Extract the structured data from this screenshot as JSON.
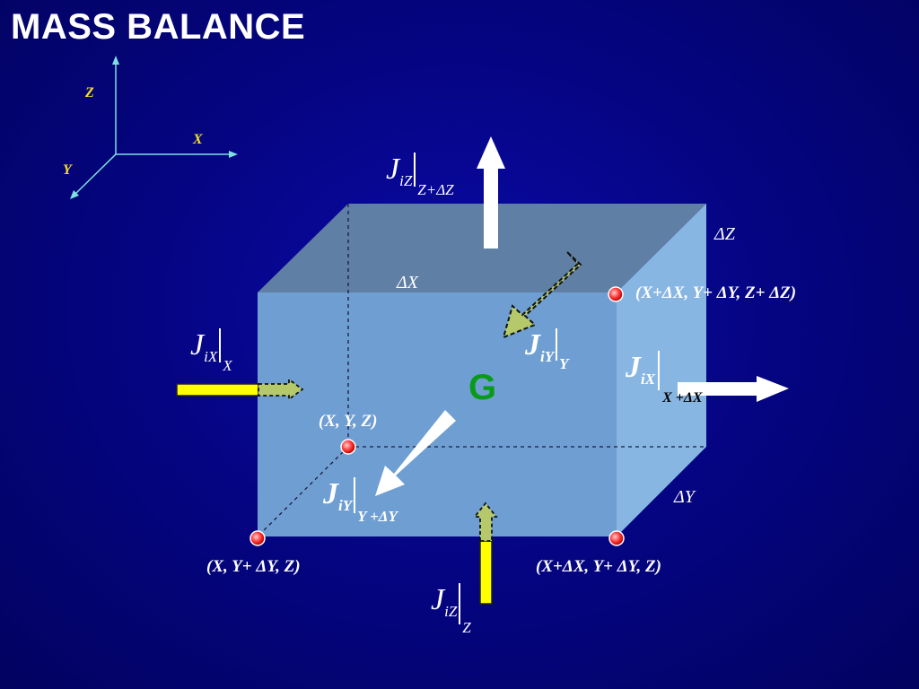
{
  "title": "MASS BALANCE",
  "axes": {
    "z": "Z",
    "x": "X",
    "y": "Y"
  },
  "dimensions": {
    "dx": "ΔX",
    "dy": "ΔY",
    "dz": "ΔZ"
  },
  "generation": "G",
  "corners": {
    "origin": "(X, Y, Z)",
    "front_left_bottom": "(X, Y+ ΔY, Z)",
    "front_right_bottom": "(X+ΔX, Y+ ΔY, Z)",
    "front_right_top": "(X+ΔX, Y+ ΔY, Z+ ΔZ)"
  },
  "fluxes": {
    "jix_in": {
      "symbol": "J",
      "sub": "iX",
      "at": "X"
    },
    "jix_out": {
      "symbol": "J",
      "sub": "iX",
      "at": "X +ΔX"
    },
    "jiy_in": {
      "symbol": "J",
      "sub": "iY",
      "at": "Y"
    },
    "jiy_out": {
      "symbol": "J",
      "sub": "iY",
      "at": "Y +ΔY"
    },
    "jiz_in": {
      "symbol": "J",
      "sub": "iZ",
      "at": "Z"
    },
    "jiz_out": {
      "symbol": "J",
      "sub": "iZ",
      "at": "Z+ΔZ"
    }
  },
  "colors": {
    "background": "#05058a",
    "axis": "#7fe0e0",
    "axis_label": "#f2e02a",
    "box_front": "#6f9fd2",
    "box_top": "#5f7fa5",
    "box_side": "#88b6e2",
    "influx_solid": "#ffff00",
    "influx_dashed": "#b5c96a",
    "outflux": "#ffffff",
    "generation": "#0a9a1a",
    "corner_dot": "#ff3030"
  }
}
